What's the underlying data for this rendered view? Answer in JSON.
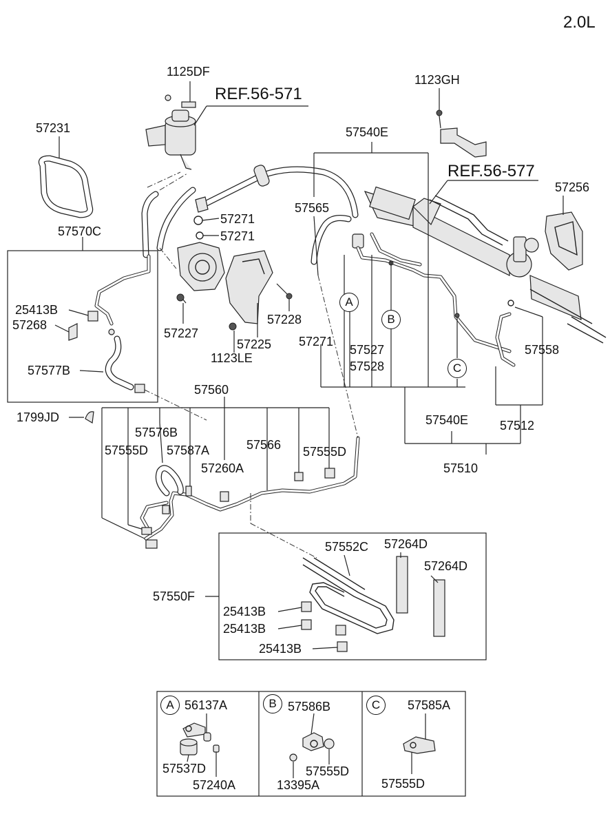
{
  "engine": "2.0L",
  "refs": {
    "reservoir": "REF.56-571",
    "gear": "REF.56-577"
  },
  "callouts": {
    "belt": "57231",
    "reservoir_bolt": "1125DF",
    "bracket_bolt": "1123GH",
    "gear_bracket": "57256",
    "pressure_hose_assy_top": "57540E",
    "hose_57565": "57565",
    "oring_1": "57271",
    "oring_2": "57271",
    "suction_hose_assy": "57570C",
    "clamp_25413B": "25413B",
    "clip_57268": "57268",
    "hose_57577B": "57577B",
    "pump_bolt": "57227",
    "pump_bracket_bolt": "57228",
    "bracket_57225": "57225",
    "bolt_1123LE": "1123LE",
    "oring_57271": "57271",
    "hose_57527": "57527",
    "hose_57528": "57528",
    "hose_57558": "57558",
    "pressure_hose_assy_bottom": "57540E",
    "hose_57512": "57512",
    "hose_assy_57510": "57510",
    "return_hose_assy": "57560",
    "clip_1799JD": "1799JD",
    "hose_57576B": "57576B",
    "clamp_57555D_left": "57555D",
    "clamp_57587A": "57587A",
    "tube_57566": "57566",
    "clamp_57555D_right": "57555D",
    "clamp_57260A": "57260A",
    "cooler_assy": "57550F",
    "cooler_tube": "57552C",
    "bracket_57264D_a": "57264D",
    "bracket_57264D_b": "57264D",
    "clamp_25413B_a": "25413B",
    "clamp_25413B_b": "25413B",
    "clamp_25413B_c": "25413B"
  },
  "detail_markers": [
    "A",
    "B",
    "C"
  ],
  "detail_boxes": [
    {
      "marker": "A",
      "parts": [
        "56137A",
        "57537D",
        "57240A"
      ]
    },
    {
      "marker": "B",
      "parts": [
        "57586B",
        "57555D",
        "13395A"
      ]
    },
    {
      "marker": "C",
      "parts": [
        "57585A",
        "57555D"
      ]
    }
  ]
}
